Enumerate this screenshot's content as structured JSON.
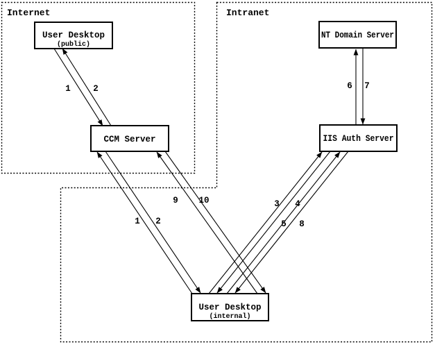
{
  "zones": {
    "internet": {
      "label": "Internet"
    },
    "intranet": {
      "label": "Intranet"
    }
  },
  "nodes": {
    "user_desktop_public": {
      "label": "User Desktop",
      "sublabel": "(public)"
    },
    "ccm_server": {
      "label": "CCM Server"
    },
    "nt_domain_server": {
      "label": "NT Domain Server"
    },
    "iis_auth_server": {
      "label": "IIS Auth Server"
    },
    "user_desktop_internal": {
      "label": "User Desktop",
      "sublabel": "(internal)"
    }
  },
  "edges": {
    "pub_1": {
      "label": "1",
      "from": "user_desktop_public",
      "to": "ccm_server"
    },
    "pub_2": {
      "label": "2",
      "from": "ccm_server",
      "to": "user_desktop_public"
    },
    "int_1": {
      "label": "1",
      "from": "user_desktop_internal",
      "to": "ccm_server"
    },
    "int_2": {
      "label": "2",
      "from": "ccm_server",
      "to": "user_desktop_internal"
    },
    "e3": {
      "label": "3",
      "from": "user_desktop_internal",
      "to": "iis_auth_server"
    },
    "e4": {
      "label": "4",
      "from": "iis_auth_server",
      "to": "user_desktop_internal"
    },
    "e5": {
      "label": "5",
      "from": "user_desktop_internal",
      "to": "iis_auth_server"
    },
    "e6": {
      "label": "6",
      "from": "iis_auth_server",
      "to": "nt_domain_server"
    },
    "e7": {
      "label": "7",
      "from": "nt_domain_server",
      "to": "iis_auth_server"
    },
    "e8": {
      "label": "8",
      "from": "iis_auth_server",
      "to": "user_desktop_internal"
    },
    "e9": {
      "label": "9",
      "from": "user_desktop_internal",
      "to": "ccm_server"
    },
    "e10": {
      "label": "10",
      "from": "ccm_server",
      "to": "user_desktop_internal"
    }
  },
  "colors": {
    "background": "#ffffff",
    "line": "#000000",
    "text": "#000000"
  }
}
